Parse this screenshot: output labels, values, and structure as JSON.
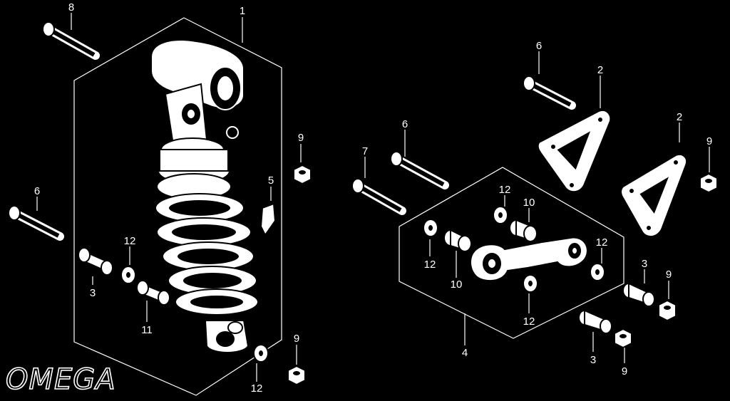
{
  "logo": {
    "text": "OMEGA"
  },
  "callouts": {
    "c1": "1",
    "c2a": "2",
    "c2b": "2",
    "c3a": "3",
    "c3b": "3",
    "c3c": "3",
    "c4": "4",
    "c5": "5",
    "c6a": "6",
    "c6b": "6",
    "c6c": "6",
    "c7": "7",
    "c8": "8",
    "c9a": "9",
    "c9b": "9",
    "c9c": "9",
    "c9d": "9",
    "c9e": "9",
    "c10a": "10",
    "c10b": "10",
    "c11": "11",
    "c12a": "12",
    "c12b": "12",
    "c12c": "12",
    "c12d": "12",
    "c12e": "12",
    "c12f": "12"
  }
}
